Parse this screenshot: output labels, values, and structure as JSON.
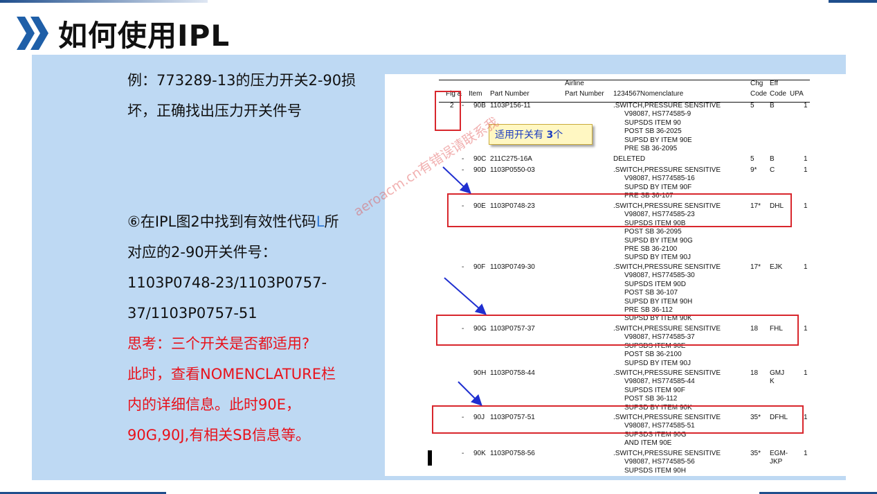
{
  "title": "如何使用IPL",
  "text": {
    "example_line1": "例：773289-13的压力开关2-90损",
    "example_line2": "坏，正确找出压力开关件号",
    "step_line1_pre": "⑥在IPL图2中找到有效性代码",
    "step_line1_L": "L",
    "step_line1_post": "所",
    "step_line2": "对应的2-90开关件号：",
    "step_line3": "1103P0748-23/1103P0757-",
    "step_line4": "37/1103P0757-51",
    "think_line1": "思考：三个开关是否都适用?",
    "think_line2": "此时，查看NOMENCLATURE栏",
    "think_line3": "内的详细信息。此时90E，",
    "think_line4": "90G,90J,有相关SB信息等。"
  },
  "callout": {
    "pre": "适用开关有 ",
    "count": "3",
    "post": "个"
  },
  "watermark": "aeroacm.cn有错误请联系我",
  "doc": {
    "headers": {
      "airline": "Airline",
      "chg": "Chg",
      "eff": "Eff",
      "fig": "Fig &",
      "item": "Item",
      "part_number": "Part Number",
      "airline_part_number": "Part Number",
      "nomenclature": "1234567Nomenclature",
      "code1": "Code",
      "code2": "Code",
      "upa": "UPA"
    },
    "rows": [
      {
        "fig": "2",
        "dash": "-",
        "item": "90B",
        "part": "1103P156-11",
        "chg": "5",
        "eff": "B",
        "upa": "1",
        "nom": [
          ".SWITCH,PRESSURE SENSITIVE",
          "V98087, HS774585-9",
          "SUPSDS ITEM 90",
          "POST SB 36-2025",
          "SUPSD BY ITEM 90E",
          "PRE SB 36-2095"
        ]
      },
      {
        "fig": "",
        "dash": "-",
        "item": "90C",
        "part": "211C275-16A",
        "chg": "5",
        "eff": "B",
        "upa": "1",
        "nom": [
          "DELETED"
        ]
      },
      {
        "fig": "",
        "dash": "-",
        "item": "90D",
        "part": "1103P0550-03",
        "chg": "9*",
        "eff": "C",
        "upa": "1",
        "nom": [
          ".SWITCH,PRESSURE SENSITIVE",
          "V98087, HS774585-16",
          "SUPSD BY ITEM 90F",
          "PRE SB 36-107"
        ]
      },
      {
        "fig": "",
        "dash": "-",
        "item": "90E",
        "part": "1103P0748-23",
        "chg": "17*",
        "eff": "DHL",
        "upa": "1",
        "nom": [
          ".SWITCH,PRESSURE SENSITIVE",
          "V98087, HS774585-23",
          "SUPSDS ITEM 90B",
          "POST SB 36-2095",
          "SUPSD BY ITEM 90G",
          "PRE SB 36-2100",
          "SUPSD BY ITEM 90J"
        ]
      },
      {
        "fig": "",
        "dash": "-",
        "item": "90F",
        "part": "1103P0749-30",
        "chg": "17*",
        "eff": "EJK",
        "upa": "1",
        "nom": [
          ".SWITCH,PRESSURE SENSITIVE",
          "V98087, HS774585-30",
          "SUPSDS ITEM 90D",
          "POST SB 36-107",
          "SUPSD BY ITEM 90H",
          "PRE SB 36-112",
          "SUPSD BY ITEM 90K"
        ]
      },
      {
        "fig": "",
        "dash": "-",
        "item": "90G",
        "part": "1103P0757-37",
        "chg": "18",
        "eff": "FHL",
        "upa": "1",
        "nom": [
          ".SWITCH,PRESSURE SENSITIVE",
          "V98087, HS774585-37",
          "SUPSDS ITEM 90E",
          "POST SB 36-2100",
          "SUPSD BY ITEM 90J"
        ]
      },
      {
        "fig": "",
        "dash": "",
        "item": "90H",
        "part": "1103P0758-44",
        "chg": "18",
        "eff": "GMJ",
        "eff2": "K",
        "upa": "1",
        "nom": [
          ".SWITCH,PRESSURE SENSITIVE",
          "V98087, HS774585-44",
          "SUPSDS ITEM 90F",
          "POST SB 36-112",
          "SUPSD BY ITEM 90K"
        ]
      },
      {
        "fig": "",
        "dash": "-",
        "item": "90J",
        "part": "1103P0757-51",
        "chg": "35*",
        "eff": "DFHL",
        "upa": "1",
        "nom": [
          ".SWITCH,PRESSURE SENSITIVE",
          "V98087, HS774585-51",
          "SUPSDS ITEM 90G",
          "AND ITEM 90E"
        ]
      },
      {
        "fig": "",
        "dash": "-",
        "item": "90K",
        "part": "1103P0758-56",
        "chg": "35*",
        "eff": "EGM-",
        "eff2": "JKP",
        "upa": "1",
        "nom": [
          ".SWITCH,PRESSURE SENSITIVE",
          "V98087, HS774585-56",
          "SUPSDS ITEM 90H"
        ]
      }
    ]
  },
  "colors": {
    "panel": "#bed9f3",
    "title_chevron": "#1f5fa8",
    "highlight_box": "#d8262c",
    "arrow": "#1f2fd0",
    "red_text": "#e8121b"
  }
}
